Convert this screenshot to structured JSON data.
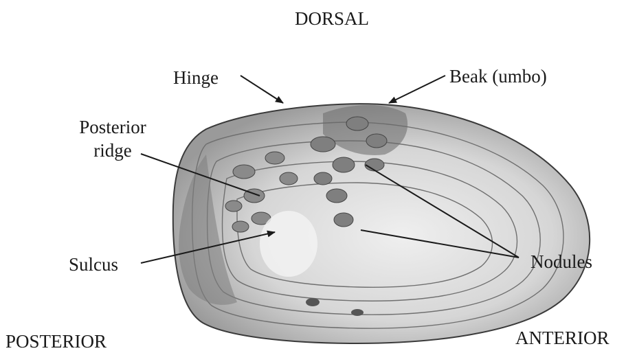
{
  "diagram": {
    "orientation": {
      "top": "DORSAL",
      "left": "POSTERIOR",
      "right": "ANTERIOR"
    },
    "labels": {
      "hinge": "Hinge",
      "beak": "Beak (umbo)",
      "posterior_ridge_line1": "Posterior",
      "posterior_ridge_line2": "ridge",
      "sulcus": "Sulcus",
      "nodules": "Nodules"
    },
    "colors": {
      "ink": "#1a1a1a",
      "shell_fill": "#d9d9d9",
      "shell_shade": "#8c8c8c",
      "background": "#ffffff"
    }
  }
}
